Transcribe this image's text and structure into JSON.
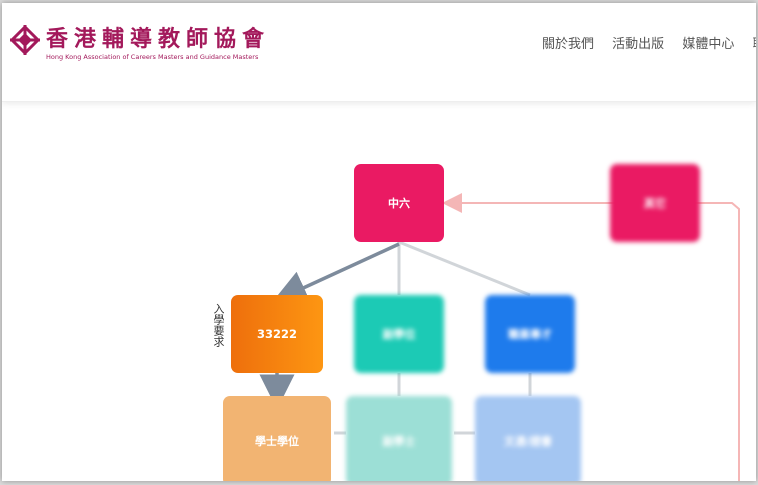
{
  "header": {
    "logo_cn": "香港輔導教師協會",
    "logo_en": "Hong Kong Association of Careers Masters and Guidance Masters",
    "nav": [
      "關於我們",
      "活動出版",
      "媒體中心",
      "聯絡"
    ]
  },
  "flowchart": {
    "center": "中六",
    "right": "其它",
    "requirement_label": "入學要求",
    "requirement": "33222",
    "teal": "副學位",
    "blue": "職業專才",
    "degree": "學士學位",
    "mint": "副學士",
    "light_blue": "文憑/證書"
  },
  "colors": {
    "brand": "#a3195b",
    "node_pink": "#ea1a63",
    "node_orange": "#f7810f",
    "arrow": "#7d8b9c",
    "line_red": "#f2a4a4"
  }
}
